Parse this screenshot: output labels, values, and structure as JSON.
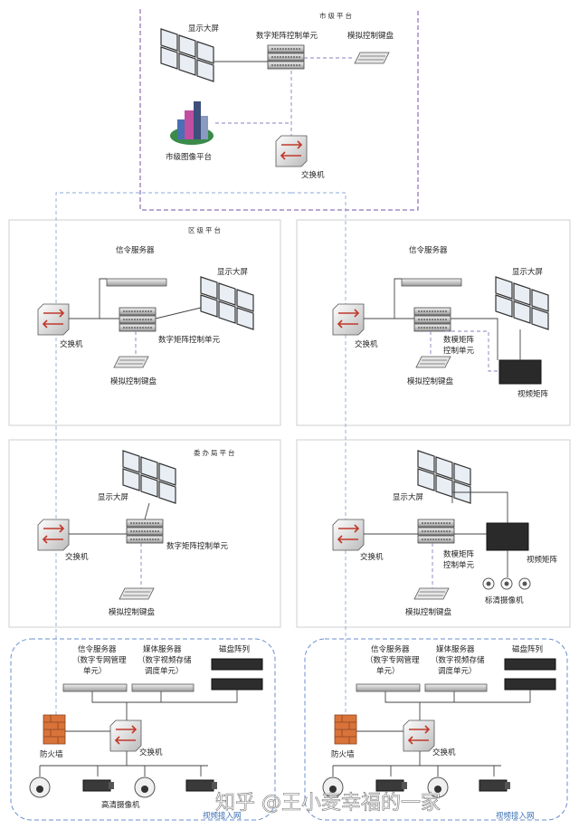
{
  "city": {
    "title": "市级平台",
    "labels": {
      "screen": "显示大屏",
      "matrix": "数字矩阵控制单元",
      "keyboard": "模拟控制键盘",
      "image_platform": "市级图像平台",
      "switch": "交换机"
    }
  },
  "district_left": {
    "title": "区级平台",
    "labels": {
      "signal_server": "信令服务器",
      "screen": "显示大屏",
      "switch": "交换机",
      "matrix": "数字矩阵控制单元",
      "keyboard": "模拟控制键盘"
    }
  },
  "district_right": {
    "labels": {
      "signal_server": "信令服务器",
      "screen": "显示大屏",
      "switch": "交换机",
      "matrix_1": "数模矩阵",
      "matrix_2": "控制单元",
      "keyboard": "模拟控制键盘",
      "video_matrix": "视频矩阵"
    }
  },
  "committee_left": {
    "title": "委办局平台",
    "labels": {
      "screen": "显示大屏",
      "switch": "交换机",
      "matrix": "数字矩阵控制单元",
      "keyboard": "模拟控制键盘"
    }
  },
  "committee_right": {
    "labels": {
      "screen": "显示大屏",
      "switch": "交换机",
      "matrix_1": "数模矩阵",
      "matrix_2": "控制单元",
      "video_matrix": "视频矩阵",
      "sd_camera": "标清摄像机",
      "keyboard": "模拟控制键盘"
    }
  },
  "access_left": {
    "labels": {
      "signal_1": "信令服务器",
      "signal_2": "（数字专网管理",
      "signal_3": "单元）",
      "media_1": "媒体服务器",
      "media_2": "（数字视频存储",
      "media_3": "调度单元）",
      "disk": "磁盘阵列",
      "firewall": "防火墙",
      "switch": "交换机",
      "hd_camera": "高清摄像机",
      "net": "视频接入网"
    }
  },
  "access_right": {
    "labels": {
      "signal_1": "信令服务器",
      "signal_2": "（数字专网管理",
      "signal_3": "单元）",
      "media_1": "媒体服务器",
      "media_2": "（数字视频存储",
      "media_3": "调度单元）",
      "disk": "磁盘阵列",
      "firewall": "防火墙",
      "switch": "交换机",
      "net": "视频接入网"
    }
  },
  "watermark": "知乎 @王小麦幸福的一家",
  "colors": {
    "box_border": "#cfcfcf",
    "access_border": "#6a8fd0",
    "city_border": "#7a4fa8",
    "firewall": "#d9733a",
    "switch_red": "#c0392b"
  }
}
